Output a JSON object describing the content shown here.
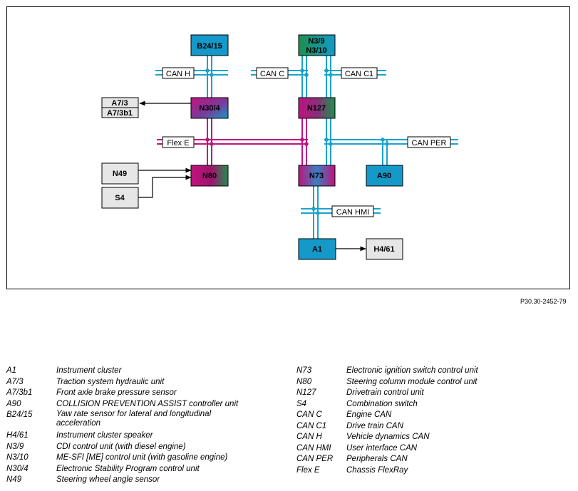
{
  "figure_id": "P30.30-2452-79",
  "colors": {
    "bus_blue": "#1aa3cc",
    "bus_magenta": "#c0137e",
    "box_blue": "#1499c9",
    "box_green": "#1f8f4e",
    "box_grey": "#e6e6e6"
  },
  "nodes": {
    "B24_15": "B24/15",
    "N3_9": "N3/9",
    "N3_10": "N3/10",
    "N30_4": "N30/4",
    "N127": "N127",
    "A7_3": "A7/3",
    "A7_3b1": "A7/3b1",
    "N49": "N49",
    "S4": "S4",
    "N80": "N80",
    "N73": "N73",
    "A90": "A90",
    "A1": "A1",
    "H4_61": "H4/61"
  },
  "buses": {
    "can_h": "CAN H",
    "can_c": "CAN C",
    "can_c1": "CAN C1",
    "flex_e": "Flex E",
    "can_per": "CAN PER",
    "can_hmi": "CAN HMI"
  },
  "legend_left": [
    {
      "code": "A1",
      "desc": "Instrument cluster"
    },
    {
      "code": "A7/3",
      "desc": "Traction system hydraulic unit"
    },
    {
      "code": "A7/3b1",
      "desc": "Front axle brake pressure sensor"
    },
    {
      "code": "A90",
      "desc": "COLLISION PREVENTION ASSIST controller unit"
    },
    {
      "code": "B24/15",
      "desc": "Yaw rate sensor for lateral and longitudinal acceleration"
    },
    {
      "code": "H4/61",
      "desc": "Instrument cluster speaker"
    },
    {
      "code": "N3/9",
      "desc": "CDI control unit (with diesel engine)"
    },
    {
      "code": "N3/10",
      "desc": "ME-SFI [ME] control unit (with gasoline engine)"
    },
    {
      "code": "N30/4",
      "desc": "Electronic Stability Program control unit"
    },
    {
      "code": "N49",
      "desc": "Steering wheel angle sensor"
    }
  ],
  "legend_right": [
    {
      "code": "N73",
      "desc": "Electronic ignition switch control unit"
    },
    {
      "code": "N80",
      "desc": "Steering column module control unit"
    },
    {
      "code": "N127",
      "desc": "Drivetrain control unit"
    },
    {
      "code": "S4",
      "desc": "Combination switch"
    },
    {
      "code": "CAN C",
      "desc": "Engine CAN"
    },
    {
      "code": "CAN C1",
      "desc": "Drive train CAN"
    },
    {
      "code": "CAN H",
      "desc": "Vehicle dynamics CAN"
    },
    {
      "code": "CAN HMI",
      "desc": "User interface CAN"
    },
    {
      "code": "CAN PER",
      "desc": "Peripherals CAN"
    },
    {
      "code": "Flex E",
      "desc": "Chassis FlexRay"
    }
  ]
}
